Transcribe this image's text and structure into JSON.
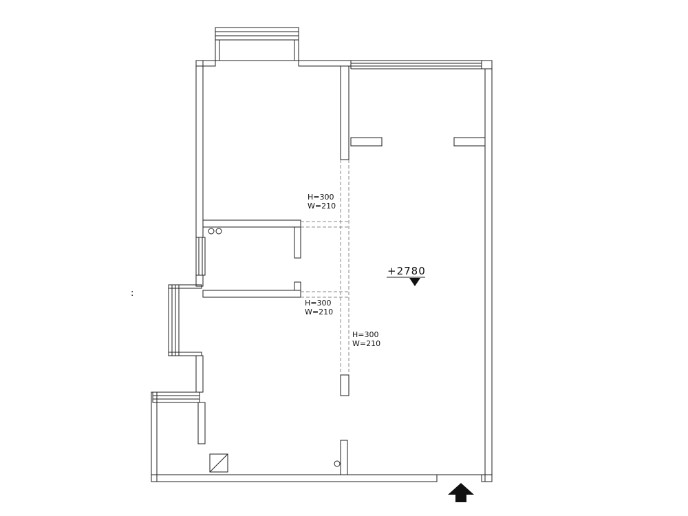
{
  "drawing": {
    "type": "architectural-floor-plan",
    "labels": {
      "openings": [
        {
          "h": "H=300",
          "w": "W=210"
        },
        {
          "h": "H=300",
          "w": "W=210"
        },
        {
          "h": "H=300",
          "w": "W=210"
        }
      ],
      "level": "+2780",
      "colon": ":"
    },
    "colors": {
      "line": "#1c1c1c",
      "dashed": "#8a8a8a",
      "background": "#ffffff",
      "symbol_fill": "#111111"
    }
  }
}
